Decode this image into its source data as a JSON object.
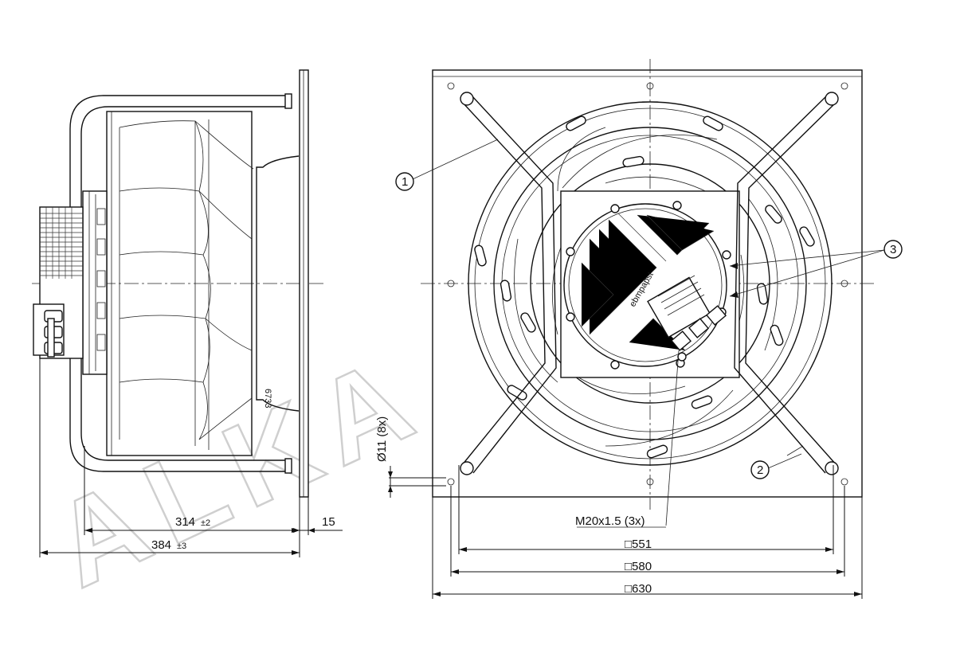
{
  "side_view": {
    "dim_length_main": "314",
    "dim_length_main_tol": "±2",
    "dim_length_total": "384",
    "dim_length_total_tol": "±3",
    "dim_flange": "15",
    "dim_hole": "Ø11 (8x)",
    "rating_tag": "6733"
  },
  "front_view": {
    "callouts": [
      "1",
      "2",
      "3"
    ],
    "dim_thread": "M20x1.5 (3x)",
    "dim_551": "□551",
    "dim_580": "□580",
    "dim_630": "□630",
    "label_brand": "ebmpapst"
  },
  "watermark": "ALKA"
}
